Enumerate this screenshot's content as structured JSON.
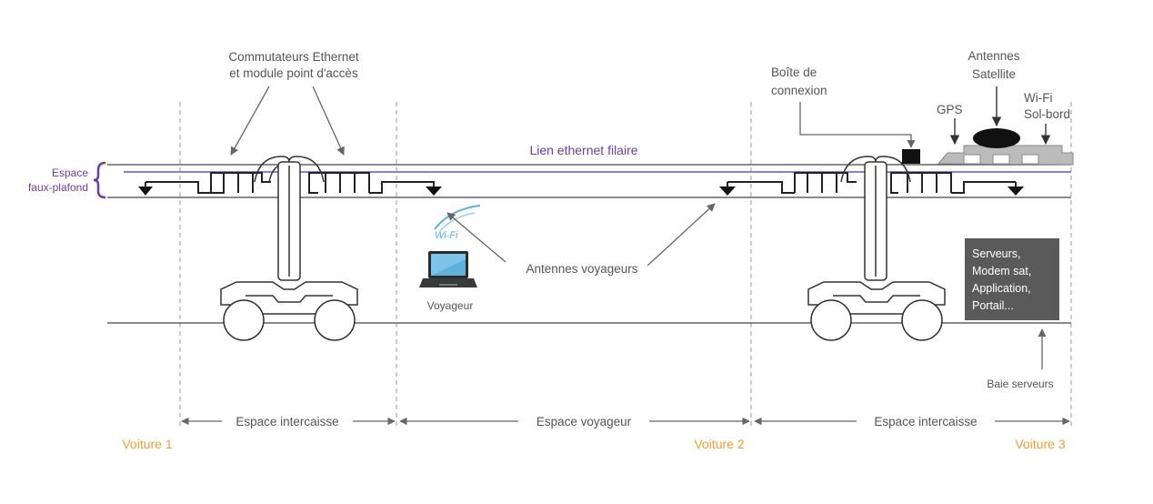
{
  "labels": {
    "switches_line1": "Commutateurs Ethernet",
    "switches_line2": "et module point d'accès",
    "junction_box_line1": "Boîte de",
    "junction_box_line2": "connexion",
    "satellite_line1": "Antennes",
    "satellite_line2": "Satellite",
    "gps": "GPS",
    "wifi_ground_line1": "Wi-Fi",
    "wifi_ground_line2": "Sol-bord",
    "ethernet_link": "Lien ethernet filaire",
    "ceiling_space_line1": "Espace",
    "ceiling_space_line2": "faux-plafond",
    "wifi_badge": "Wi-Fi",
    "traveler": "Voyageur",
    "traveler_antennas": "Antennes voyageurs",
    "servers_lines": [
      "Serveurs,",
      "Modem sat,",
      "Application,",
      "Portail..."
    ],
    "server_rack": "Baie serveurs"
  },
  "zones": {
    "intercaisse_left": "Espace intercaisse",
    "traveler_space": "Espace voyageur",
    "intercaisse_right": "Espace intercaisse"
  },
  "cars": {
    "car1": "Voiture 1",
    "car2": "Voiture 2",
    "car3": "Voiture 3"
  },
  "colors": {
    "line": "#333333",
    "ethernet": "#8a7fd0",
    "accent_purple": "#6b3fa0",
    "car_label": "#f0a030",
    "server_box": "#5a5a5a",
    "wifi": "#5ab4e0"
  }
}
